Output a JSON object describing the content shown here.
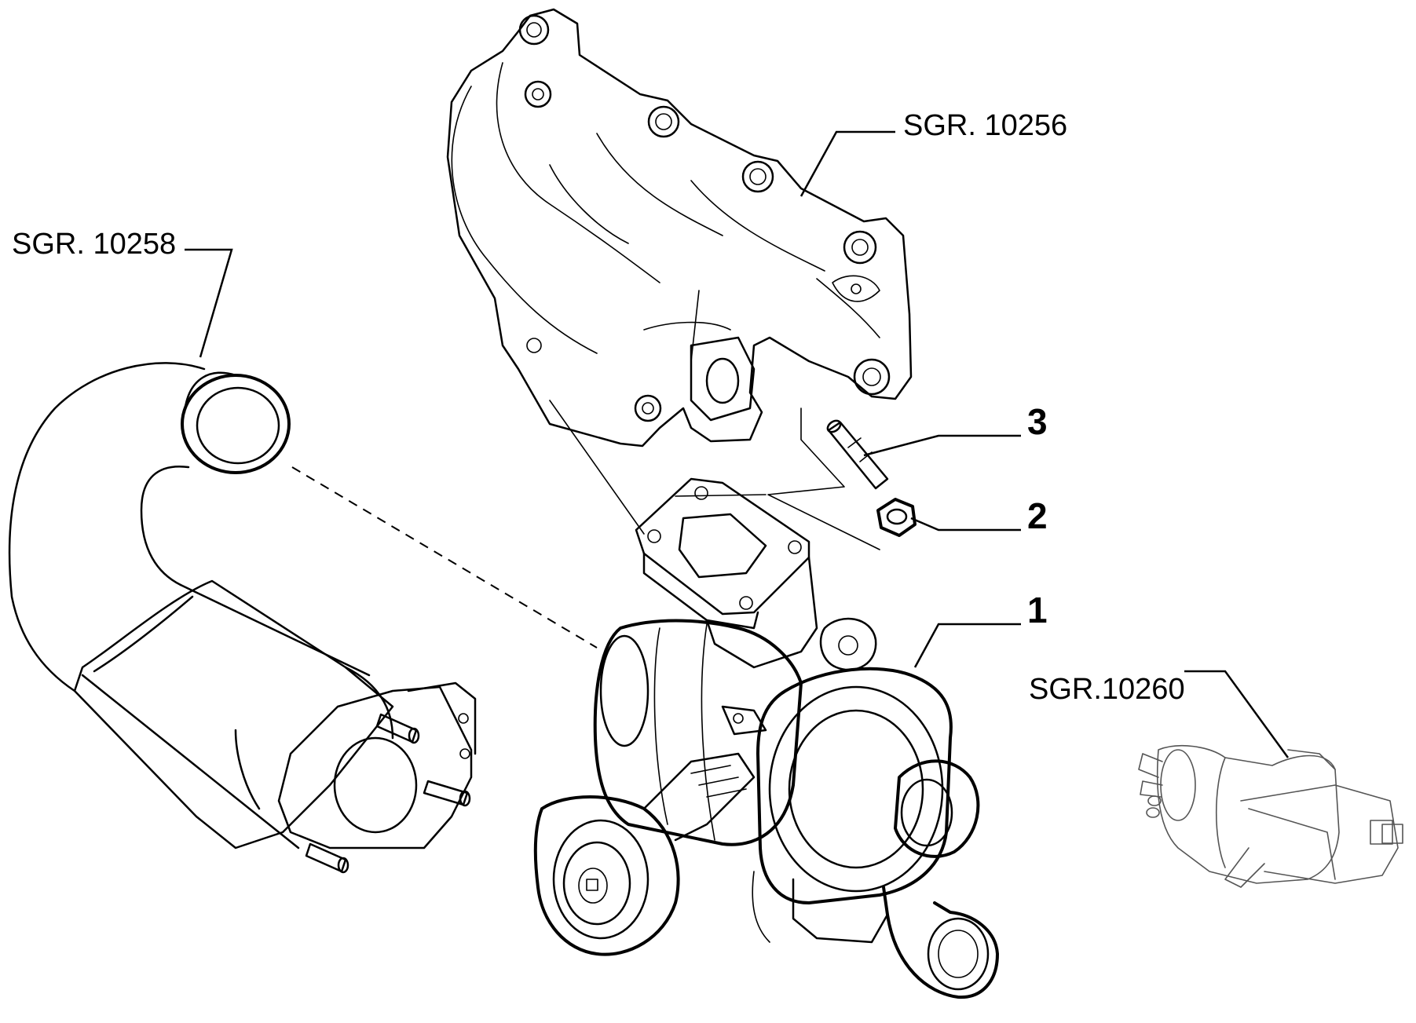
{
  "callouts": {
    "ref_10256": "SGR. 10256",
    "ref_10258": "SGR. 10258",
    "ref_10260": "SGR.10260",
    "item_1": "1",
    "item_2": "2",
    "item_3": "3"
  },
  "colors": {
    "ink": "#000000",
    "background": "#ffffff"
  }
}
